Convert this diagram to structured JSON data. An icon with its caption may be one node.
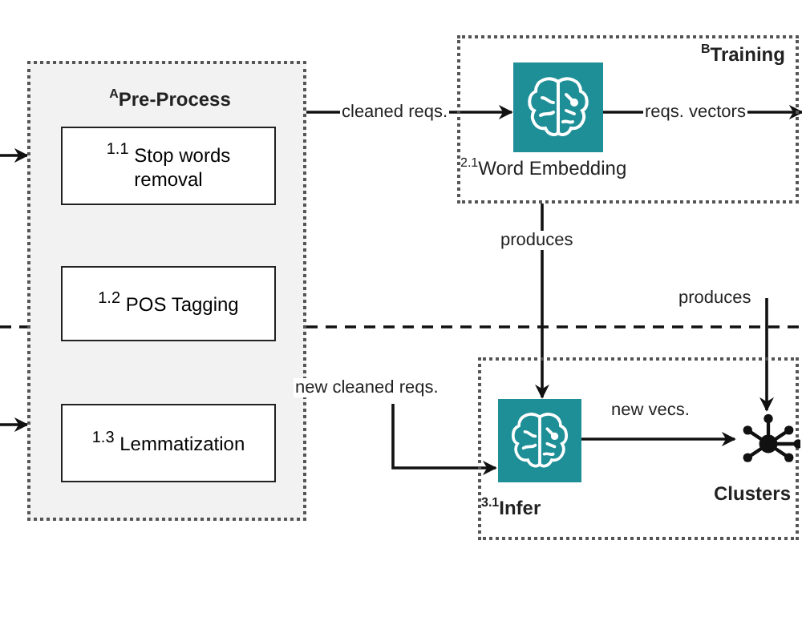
{
  "diagram": {
    "nodes": [
      {
        "text": [
          "$^{A}$Pre-Process"
        ]
      },
      {
        "text": [
          "$^{1.1}$ Stop words removal"
        ],
        "in": 0
      },
      {
        "text": [
          "$^{1.2}$ POS Tagging"
        ],
        "in": 0
      },
      {
        "text": [
          "$^{1.3}$ Lemmatization"
        ],
        "in": 0
      },
      {
        "text": [
          "$^{B}$Training"
        ]
      },
      {
        "text": [
          "$^{2.1}$Word Embedding"
        ],
        "in": 4
      },
      {
        "text": [],
        "shape": "box"
      },
      {
        "text": [
          "$^{3.1}$Infer"
        ],
        "in": 6
      },
      {
        "text": [
          "Clusters"
        ],
        "in": 6
      }
    ],
    "edges": [
      {
        "from": null,
        "to": 0,
        "arrow": "to"
      },
      {
        "from": null,
        "to": 0,
        "arrow": "to"
      },
      {
        "from": 0,
        "to": 5,
        "arrow": "to",
        "label": "cleaned reqs."
      },
      {
        "from": 5,
        "to": null,
        "arrow": "to",
        "label": "reqs. vectors"
      },
      {
        "from": 4,
        "to": 7,
        "arrow": "to",
        "label": "produces"
      },
      {
        "from": null,
        "to": 7,
        "arrow": "to",
        "label": "new cleaned reqs."
      },
      {
        "from": 7,
        "to": 8,
        "arrow": "to",
        "label": "new vecs."
      },
      {
        "from": null,
        "to": 8,
        "arrow": "to",
        "label": "produces"
      }
    ]
  }
}
